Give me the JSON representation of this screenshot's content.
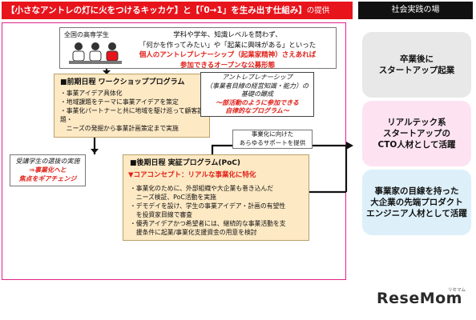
{
  "title": {
    "part1": "【小さなアントレの灯に火をつけるキッカケ】と【「0→1」を生み出す仕組み】",
    "part2": "の提供"
  },
  "side_header": "社会実践の場",
  "top": {
    "label": "全国の高専学生",
    "line1": "学科や学年、知識レベルを問わず、",
    "line2": "「何かを作ってみたい」や「起業に興味がある」といった",
    "line3": "個人のアントレプレナーシップ（起業家精神）さえあれば",
    "line4": "参加できるオープンな公募形態"
  },
  "workshop": {
    "title": "■前期日程 ワークショッププログラム",
    "items": [
      "・事業アイデア具体化",
      "・地域課題をテーマに事業アイデアを策定",
      "・事業化パートナーと共に地域を駆け巡って顧客課題・",
      "　ニーズの発掘から事業計画策定まで実施"
    ]
  },
  "entrepreneurship": {
    "title": "アントレプレナーシップ",
    "line2": "（事業者目線の経営知識・能力）の",
    "line3": "基礎の醸成",
    "line4": "～部活動のように参加できる",
    "line5": "自律的なプログラム～"
  },
  "selection": {
    "line1": "受講学生の選抜の実施",
    "line2": "⇒事業化へと",
    "line3": "焦点をギアチェンジ"
  },
  "poc": {
    "title": "■後期日程 実証プログラム(PoC)",
    "concept": "▼コアコンセプト：リアルな事業化に特化",
    "items": [
      "・事業化のために、外部組織や大企業も巻き込んだ",
      "　ニーズ検証、PoC活動を実施",
      "・デモデイを設け、学生の事業アイデア・計画の有望性",
      "　を投資家目線で審査",
      "・優秀アイデアかつ希望者には、継続的な事業活動を支",
      "　援条件に起業/事業化支援資金の用意を検討"
    ]
  },
  "support": {
    "line1": "事業化に向けた",
    "line2": "あらゆるサポートを提供"
  },
  "outcomes": [
    {
      "line1": "卒業後に",
      "line2": "スタートアップ起業",
      "line3": ""
    },
    {
      "line1": "リアルテック系",
      "line2": "スタートアップの",
      "line3": "CTO人材として活躍"
    },
    {
      "line1": "事業家の目線を持った",
      "line2": "大企業の先端プロダクト",
      "line3": "エンジニア人材として活躍"
    }
  ],
  "logo": {
    "text_main": "ReseMom",
    "text_sub": "リセマム"
  },
  "colors": {
    "accent_red": "#e8141c",
    "frame_pink": "#e0218a",
    "box_orange": "#fde9c4"
  }
}
